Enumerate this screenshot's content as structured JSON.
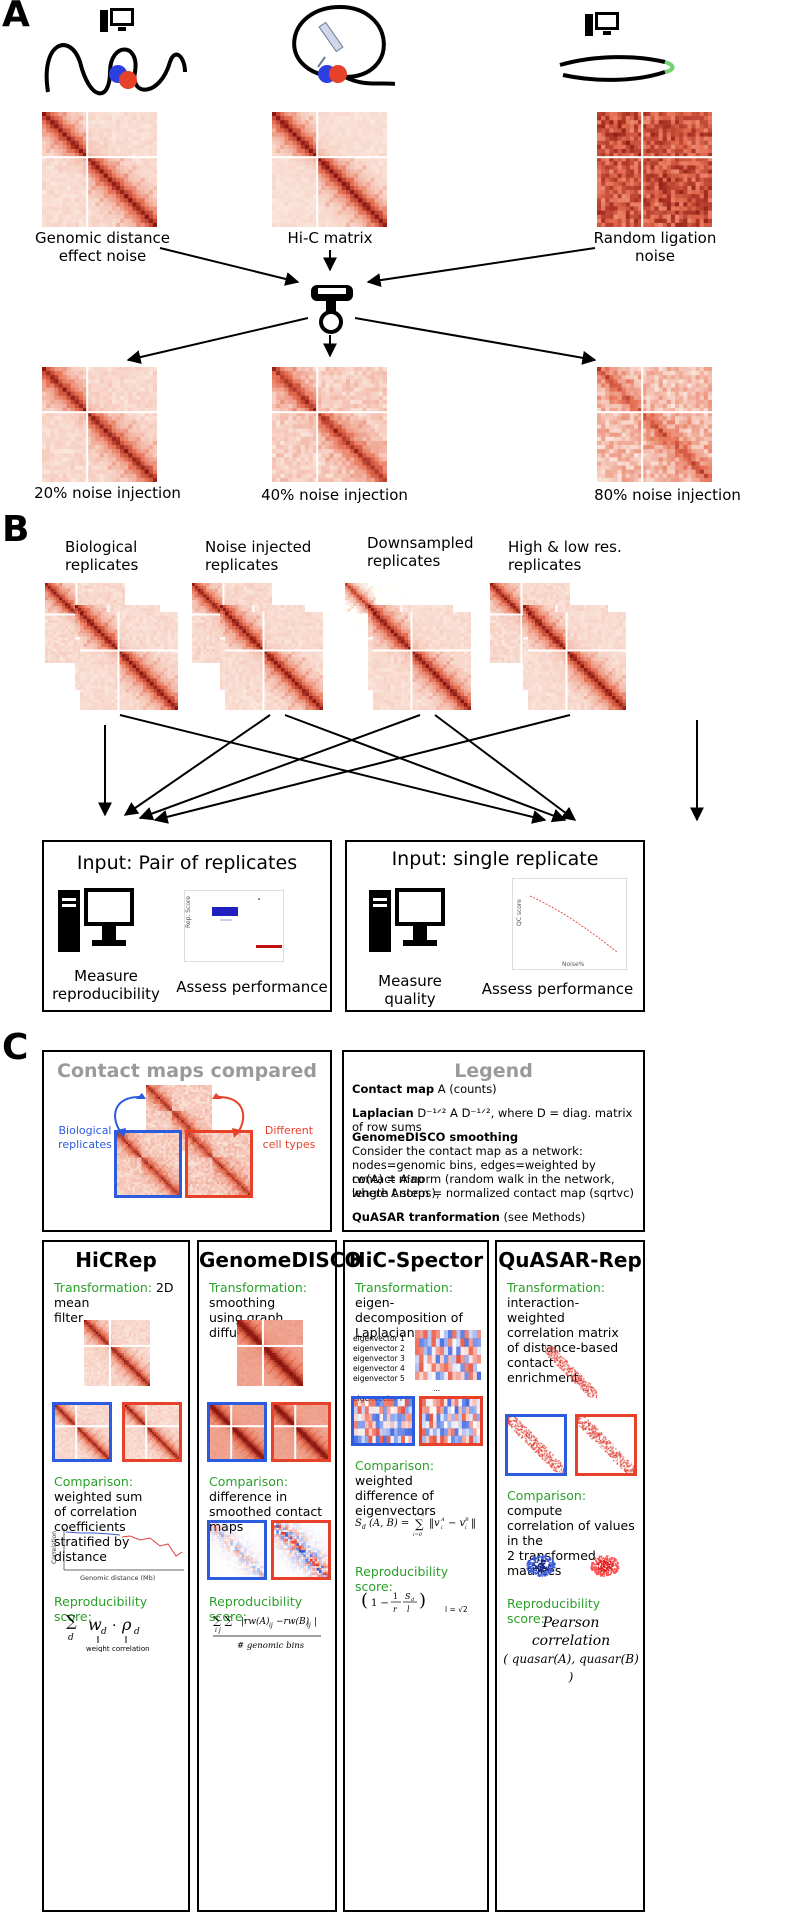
{
  "colors": {
    "heat_dark": "#9b1c12",
    "heat_mid": "#e06a4e",
    "heat_light": "#fbe3da",
    "blue": "#2d5be0",
    "red": "#e8412a",
    "green": "#2aa02a",
    "grey_title": "#9a9a9a"
  },
  "panelA": {
    "letter": "A",
    "noise_sources": [
      {
        "label_line1": "Genomic distance",
        "label_line2": "effect noise"
      },
      {
        "label_line1": "Hi-C matrix",
        "label_line2": ""
      },
      {
        "label_line1": "Random ligation",
        "label_line2": "noise"
      }
    ],
    "outputs": [
      "20% noise injection",
      "40% noise injection",
      "80% noise injection"
    ],
    "icons": [
      "computer-icon",
      "pipette-icon",
      "computer-icon",
      "mixer-icon"
    ]
  },
  "panelB": {
    "letter": "B",
    "groups": [
      {
        "line1": "Biological",
        "line2": "replicates"
      },
      {
        "line1": "Noise injected",
        "line2": "replicates"
      },
      {
        "line1": "Downsampled",
        "line2": "replicates"
      },
      {
        "line1": "High & low res.",
        "line2": "replicates"
      }
    ],
    "box_pair": {
      "title": "Input: Pair of replicates",
      "measure_line1": "Measure",
      "measure_line2": "reproducibility",
      "assess": "Assess performance",
      "ylabel": "Rep. Score"
    },
    "box_single": {
      "title": "Input: single replicate",
      "measure_line1": "Measure",
      "measure_line2": "quality",
      "assess": "Assess performance",
      "ylabel": "QC score",
      "xlabel": "Noise%"
    }
  },
  "panelC": {
    "letter": "C",
    "contact_maps": {
      "title": "Contact maps compared",
      "left_label_1": "Biological",
      "left_label_2": "replicates",
      "right_label_1": "Different",
      "right_label_2": "cell types"
    },
    "legend": {
      "title": "Legend",
      "contact_map_bold": "Contact map",
      "contact_map_rest": " A (counts)",
      "laplacian_bold": "Laplacian",
      "laplacian_rest": " D⁻¹ᐟ² A D⁻¹ᐟ², where D = diag. matrix of row sums",
      "disco_bold": "GenomeDISCO smoothing",
      "disco_l1": "Consider the contact map as a network:",
      "disco_l2": "nodes=genomic bins, edges=weighted by contact map",
      "disco_l3": "rw(A) = Aᵗnorm (random walk in the network, length t steps),",
      "disco_l4": "where Anorm = normalized contact map (sqrtvc)",
      "quasar_bold": "QuASAR tranformation",
      "quasar_rest": " (see Methods)"
    },
    "methods": [
      {
        "name": "HiCRep",
        "transform_label": "Transformation:",
        "transform_text": " 2D mean",
        "transform_text2": "filter",
        "compare_label": "Comparison:",
        "compare_text": " weighted sum",
        "compare_text2": "of correlation coefficients",
        "compare_text3": "stratified by distance",
        "plot_ylabel": "Correlation",
        "plot_xlabel": "Genomic distance (Mb)",
        "score_label": "Reproducibility score:",
        "weight_label": "weight",
        "corr_label": "correlation"
      },
      {
        "name": "GenomeDISCO",
        "transform_label": "Transformation:",
        "transform_text": " smoothing",
        "transform_text2": "using graph diffusion",
        "compare_label": "Comparison:",
        "compare_text": " difference in",
        "compare_text2": "smoothed contact maps",
        "compare_text3": "",
        "score_label": "Reproducibility score:",
        "score_denominator": "# genomic bins"
      },
      {
        "name": "HiC-Spector",
        "transform_label": "Transformation:",
        "transform_text": " eigen-",
        "transform_text2": "decomposition of Laplacian",
        "compare_label": "Comparison:",
        "compare_text": " weighted",
        "compare_text2": "difference of eigenvectors",
        "compare_text3": "",
        "eigenvectors": [
          "eigenvector 1",
          "eigenvector 2",
          "eigenvector 3",
          "eigenvector 4",
          "eigenvector 5",
          "...",
          "eigenvector r"
        ],
        "score_label": "Reproducibility score:",
        "l_note": "l = √2"
      },
      {
        "name": "QuASAR-Rep",
        "transform_label": "Transformation:",
        "transform_text": " interaction-",
        "transform_text2": "weighted correlation matrix",
        "transform_text3": "of distance-based contact",
        "transform_text4": "enrichment",
        "compare_label": "Comparison:",
        "compare_text": " compute",
        "compare_text2": "correlation of values in the",
        "compare_text3": "2 transformed matrices",
        "score_label": "Reproducibility score:",
        "score_l1": "Pearson correlation",
        "score_l2": "( quasar(A), quasar(B) )"
      }
    ]
  }
}
